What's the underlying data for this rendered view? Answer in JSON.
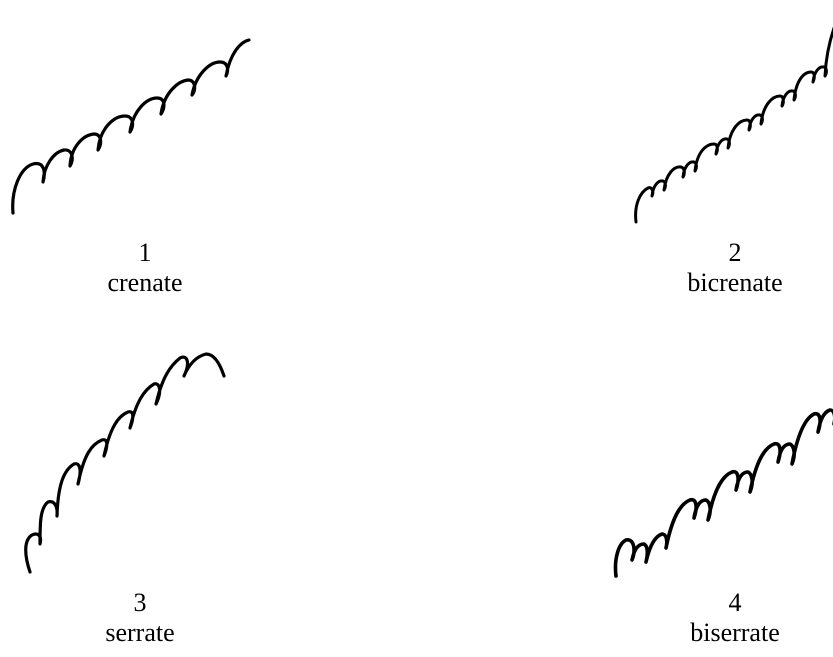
{
  "figures": [
    {
      "number": "1",
      "label": "crenate"
    },
    {
      "number": "2",
      "label": "bicrenate"
    },
    {
      "number": "3",
      "label": "serrate"
    },
    {
      "number": "4",
      "label": "biserrate"
    }
  ],
  "colors": {
    "line": "#000000",
    "background": "#ffffff"
  }
}
